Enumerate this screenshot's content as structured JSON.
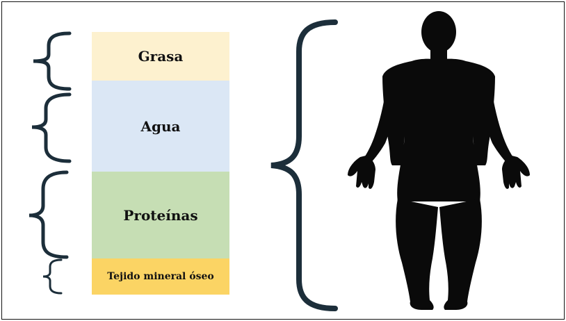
{
  "diagram": {
    "segments": [
      {
        "label": "Grasa",
        "color": "#fdf1cf"
      },
      {
        "label": "Agua",
        "color": "#dbe7f5"
      },
      {
        "label": "Proteínas",
        "color": "#c6deb4"
      },
      {
        "label": "Tejido mineral óseo",
        "color": "#fbd464"
      }
    ],
    "brace_color": "#1c2e3a",
    "silhouette_color": "#0a0a0a"
  }
}
